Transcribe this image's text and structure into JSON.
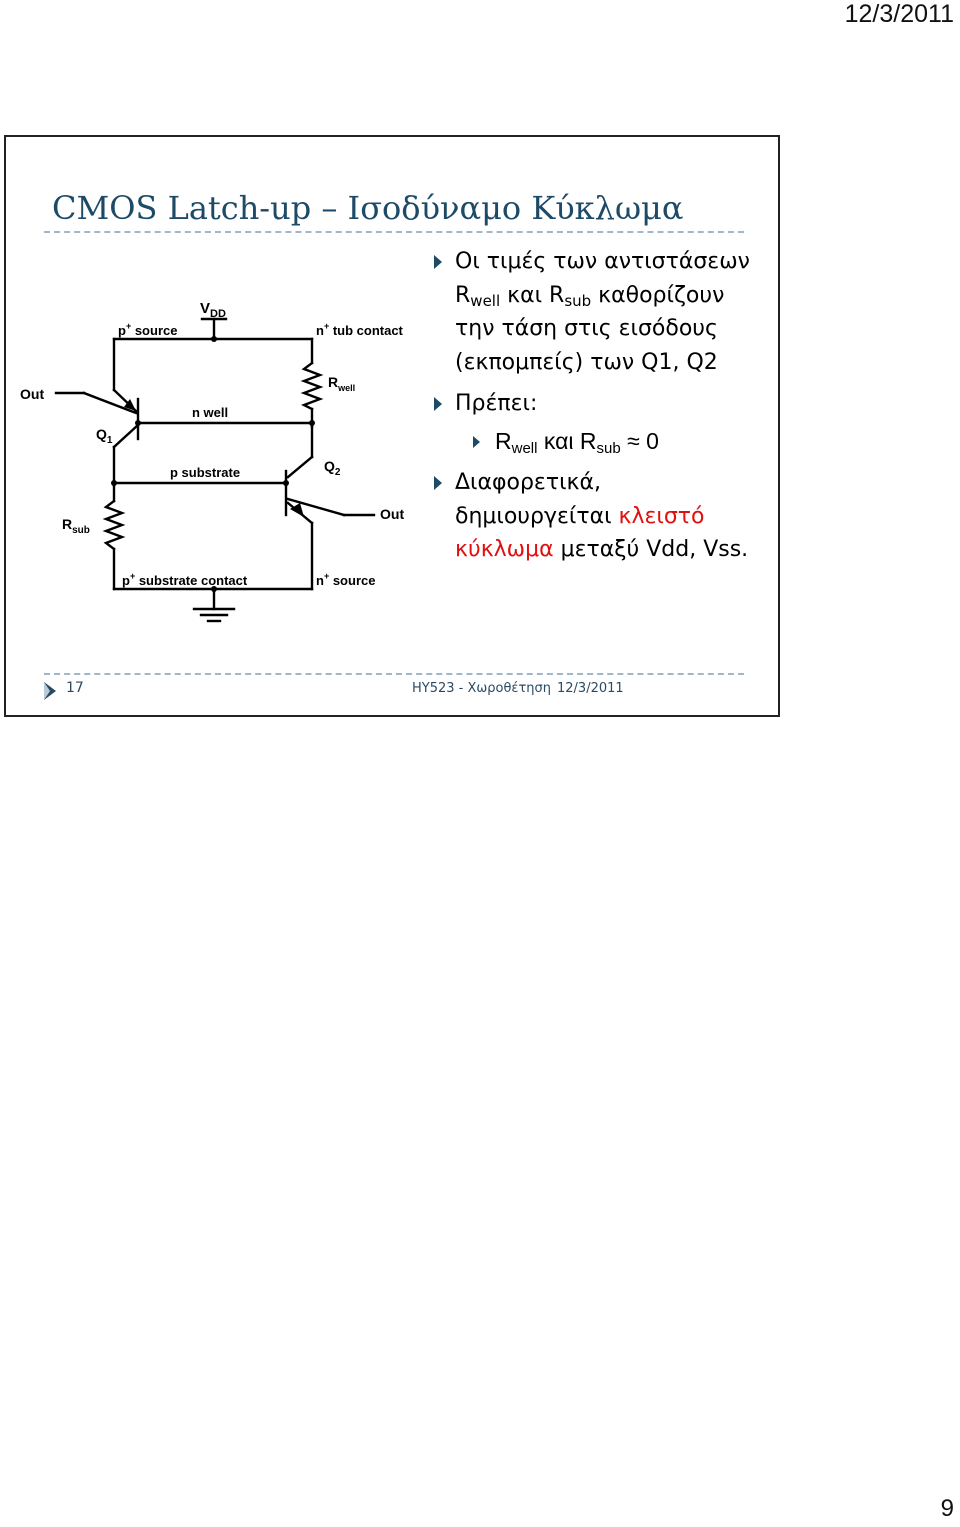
{
  "page": {
    "date": "12/3/2011",
    "number": "9"
  },
  "slide": {
    "title": "CMOS Latch-up – Ισοδύναμο Κύκλωμα",
    "bullets": {
      "b1": {
        "t1": "Οι τιμές των αντιστάσεων R",
        "sub1": "well",
        "t2": " και R",
        "sub2": "sub",
        "t3": " καθορίζουν την τάση στις εισόδους (εκπομπείς) των Q1, Q2"
      },
      "b2": {
        "text": "Πρέπει:",
        "sub_bullet": {
          "r1": "R",
          "sub1": "well",
          "mid": " και R",
          "sub2": "sub",
          "tail": " ≈ 0"
        }
      },
      "b3": {
        "t1": "Διαφορετικά, δημιουργείται ",
        "red": "κλειστό κύκλωμα",
        "t2": " μεταξύ Vdd, Vss."
      }
    },
    "footer": {
      "slide_number": "17",
      "course": "ΗΥ523 - Χωροθέτηση",
      "date": "12/3/2011"
    },
    "circuit": {
      "vdd_main": "V",
      "vdd_sub": "DD",
      "p_source_main": "p",
      "p_source_sup": "+",
      "p_source_rest": " source",
      "tub_contact_main": "n",
      "tub_contact_sup": "+",
      "tub_contact_rest": " tub contact",
      "out_left": "Out",
      "out_right": "Out",
      "q1_main": "Q",
      "q1_sub": "1",
      "q2_main": "Q",
      "q2_sub": "2",
      "n_well": "n well",
      "p_substrate": "p substrate",
      "rwell_main": "R",
      "rwell_sub": "well",
      "rsub_main": "R",
      "rsub_sub": "sub",
      "sub_contact_main": "p",
      "sub_contact_sup": "+",
      "sub_contact_rest": " substrate contact",
      "n_source_main": "n",
      "n_source_sup": "+",
      "n_source_rest": " source"
    }
  }
}
